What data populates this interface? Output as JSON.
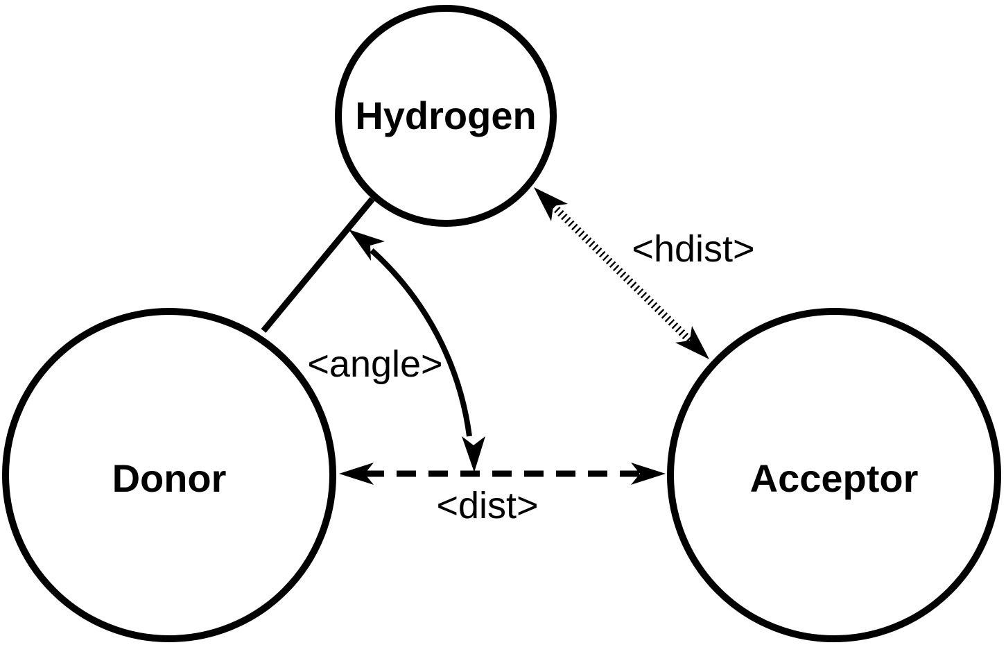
{
  "colors": {
    "ink": "#000000",
    "background": "#ffffff"
  },
  "nodes": {
    "hydrogen": {
      "label": "Hydrogen"
    },
    "donor": {
      "label": "Donor"
    },
    "acceptor": {
      "label": "Acceptor"
    }
  },
  "edges": {
    "bond": {
      "from": "Donor",
      "to": "Hydrogen",
      "style": "solid line, no arrowheads"
    },
    "dist": {
      "label": "<dist>",
      "from": "Donor",
      "to": "Acceptor",
      "style": "dashed double-headed arrow"
    },
    "hdist": {
      "label": "<hdist>",
      "from": "Hydrogen",
      "to": "Acceptor",
      "style": "hatched-dotted double-headed arrow"
    },
    "angle": {
      "label": "<angle>",
      "between": "Donor-Hydrogen bond and Donor-Acceptor axis",
      "style": "curved double-headed arrow"
    }
  }
}
